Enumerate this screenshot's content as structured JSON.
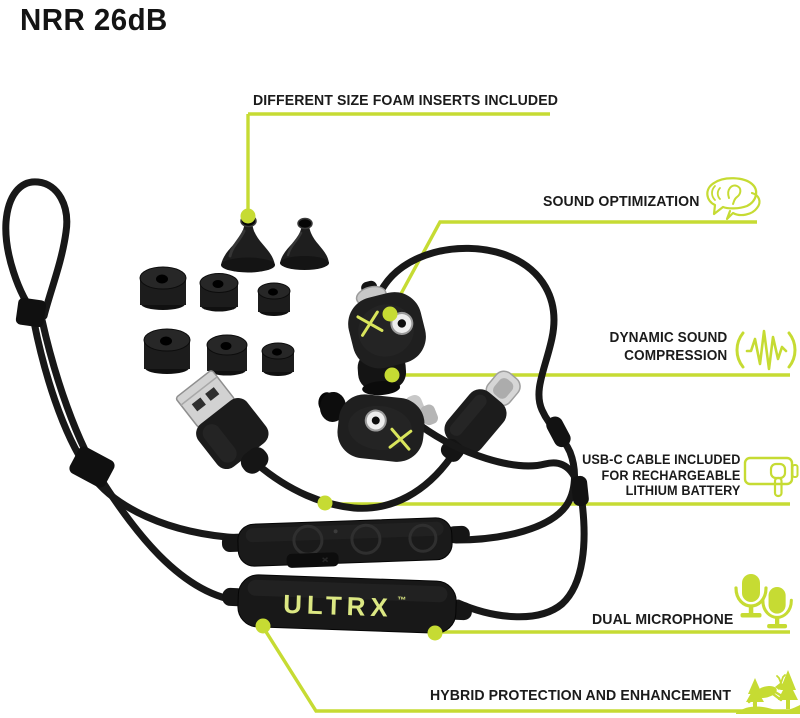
{
  "title": "NRR 26dB",
  "product": {
    "brand": "ULTRX",
    "brand_tm": "™"
  },
  "colors": {
    "accent": "#c6db33",
    "text": "#1b1b1b",
    "background": "#ffffff",
    "product_black": "#1c1c1c",
    "silver": "#c9c9c9"
  },
  "callouts": {
    "foam_inserts": {
      "label": "DIFFERENT SIZE FOAM INSERTS INCLUDED",
      "icon": null
    },
    "sound_optimization": {
      "label": "SOUND OPTIMIZATION",
      "icon": "ear-speech-bubble-icon"
    },
    "dynamic_sound_compression": {
      "label": "DYNAMIC SOUND\nCOMPRESSION",
      "icon": "sound-wave-icon"
    },
    "usb_c": {
      "label": "USB-C CABLE INCLUDED\nFOR RECHARGEABLE\nLITHIUM BATTERY",
      "icon": "battery-usb-icon"
    },
    "dual_microphone": {
      "label": "DUAL MICROPHONE",
      "icon": "dual-microphone-icon"
    },
    "hybrid": {
      "label": "HYBRID PROTECTION AND ENHANCEMENT",
      "icon": "deer-trees-icon"
    }
  }
}
